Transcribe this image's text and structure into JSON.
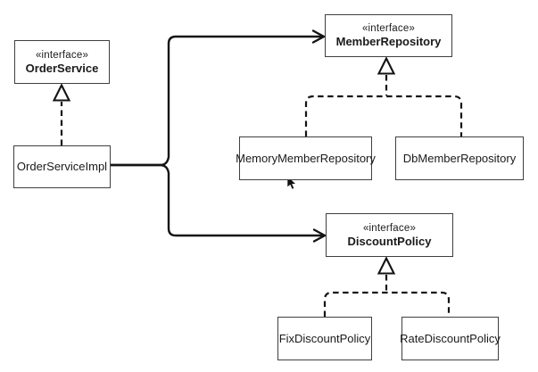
{
  "diagram": {
    "title": "order-service-class-diagram",
    "nodes": [
      {
        "id": "order-service",
        "stereotype": "«interface»",
        "name": "OrderService"
      },
      {
        "id": "order-service-impl",
        "name": "OrderServiceImpl"
      },
      {
        "id": "member-repository",
        "stereotype": "«interface»",
        "name": "MemberRepository"
      },
      {
        "id": "memory-member-repository",
        "name": "MemoryMemberRepository"
      },
      {
        "id": "db-member-repository",
        "name": "DbMemberRepository"
      },
      {
        "id": "discount-policy",
        "stereotype": "«interface»",
        "name": "DiscountPolicy"
      },
      {
        "id": "fix-discount-policy",
        "name": "FixDiscountPolicy"
      },
      {
        "id": "rate-discount-policy",
        "name": "RateDiscountPolicy"
      }
    ],
    "edges": [
      {
        "from": "order-service-impl",
        "to": "order-service",
        "type": "realization"
      },
      {
        "from": "memory-member-repository",
        "to": "member-repository",
        "type": "realization"
      },
      {
        "from": "db-member-repository",
        "to": "member-repository",
        "type": "realization"
      },
      {
        "from": "fix-discount-policy",
        "to": "discount-policy",
        "type": "realization"
      },
      {
        "from": "rate-discount-policy",
        "to": "discount-policy",
        "type": "realization"
      },
      {
        "from": "order-service-impl",
        "to": "member-repository",
        "type": "dependency"
      },
      {
        "from": "order-service-impl",
        "to": "discount-policy",
        "type": "dependency"
      }
    ]
  },
  "colors": {
    "background": "#ffffff",
    "box_border": "#3f3f3f",
    "line": "#141414",
    "text": "#1a1a1a"
  }
}
